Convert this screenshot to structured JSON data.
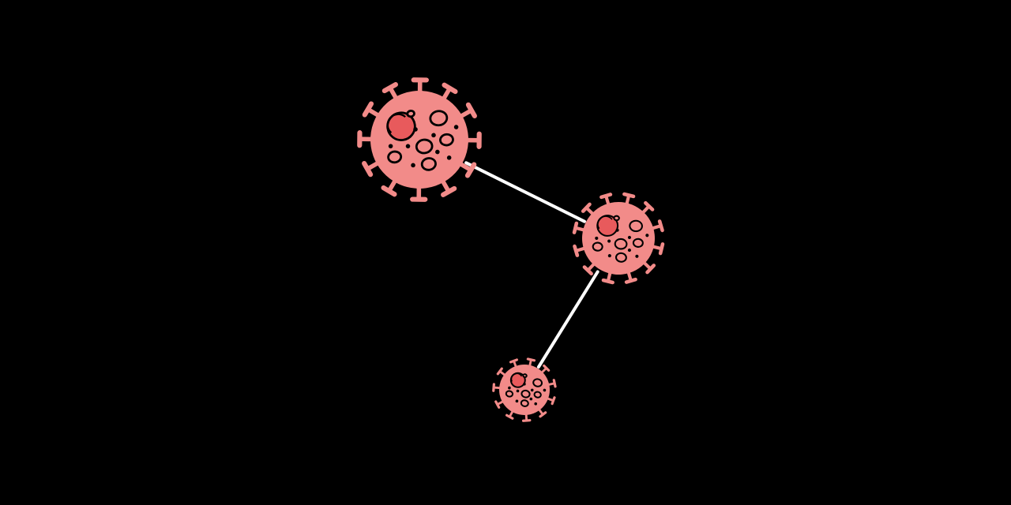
{
  "scene": {
    "background_color": "#000000",
    "description_icon": "virus-network-icon",
    "viruses": [
      {
        "name": "large-virus",
        "icon": "virus-icon",
        "size": "large"
      },
      {
        "name": "medium-virus",
        "icon": "virus-icon",
        "size": "medium"
      },
      {
        "name": "small-virus",
        "icon": "virus-icon",
        "size": "small"
      }
    ],
    "connections": [
      {
        "from": "large-virus",
        "to": "medium-virus"
      },
      {
        "from": "medium-virus",
        "to": "small-virus"
      }
    ]
  },
  "colors": {
    "virus_body": "#F28B89",
    "virus_core": "#E85A5C",
    "virus_outline": "#000000",
    "connector": "#FFFFFF"
  }
}
